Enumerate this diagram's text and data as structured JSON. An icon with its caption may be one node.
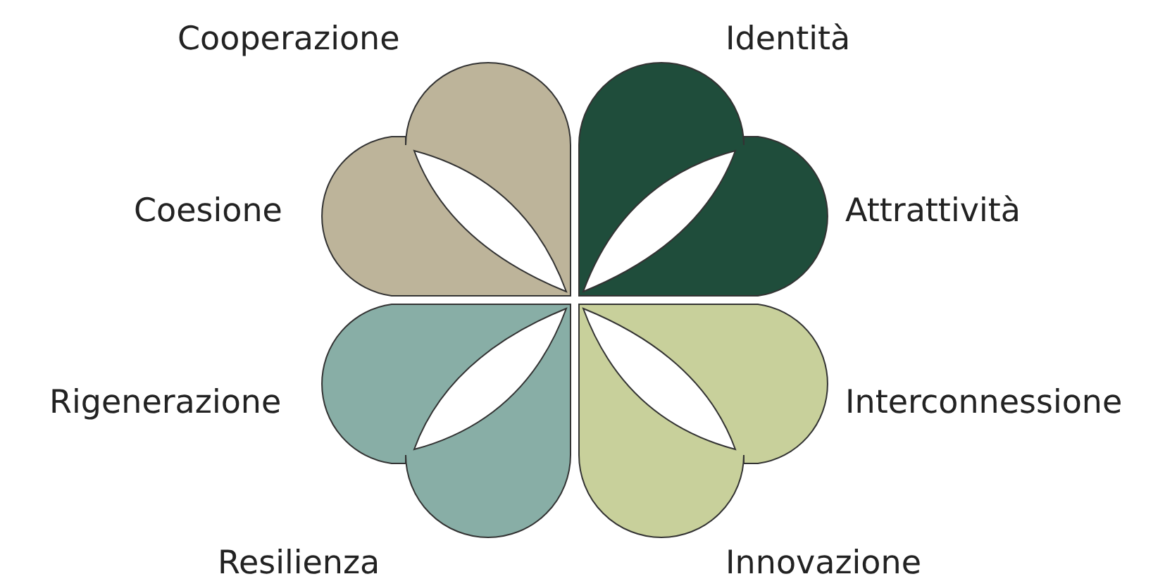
{
  "diagram": {
    "labels": [
      "Cooperazione",
      "Identità",
      "Coesione",
      "Attrattività",
      "Rigenerazione",
      "Interconnessione",
      "Resilienza",
      "Innovazione"
    ]
  }
}
